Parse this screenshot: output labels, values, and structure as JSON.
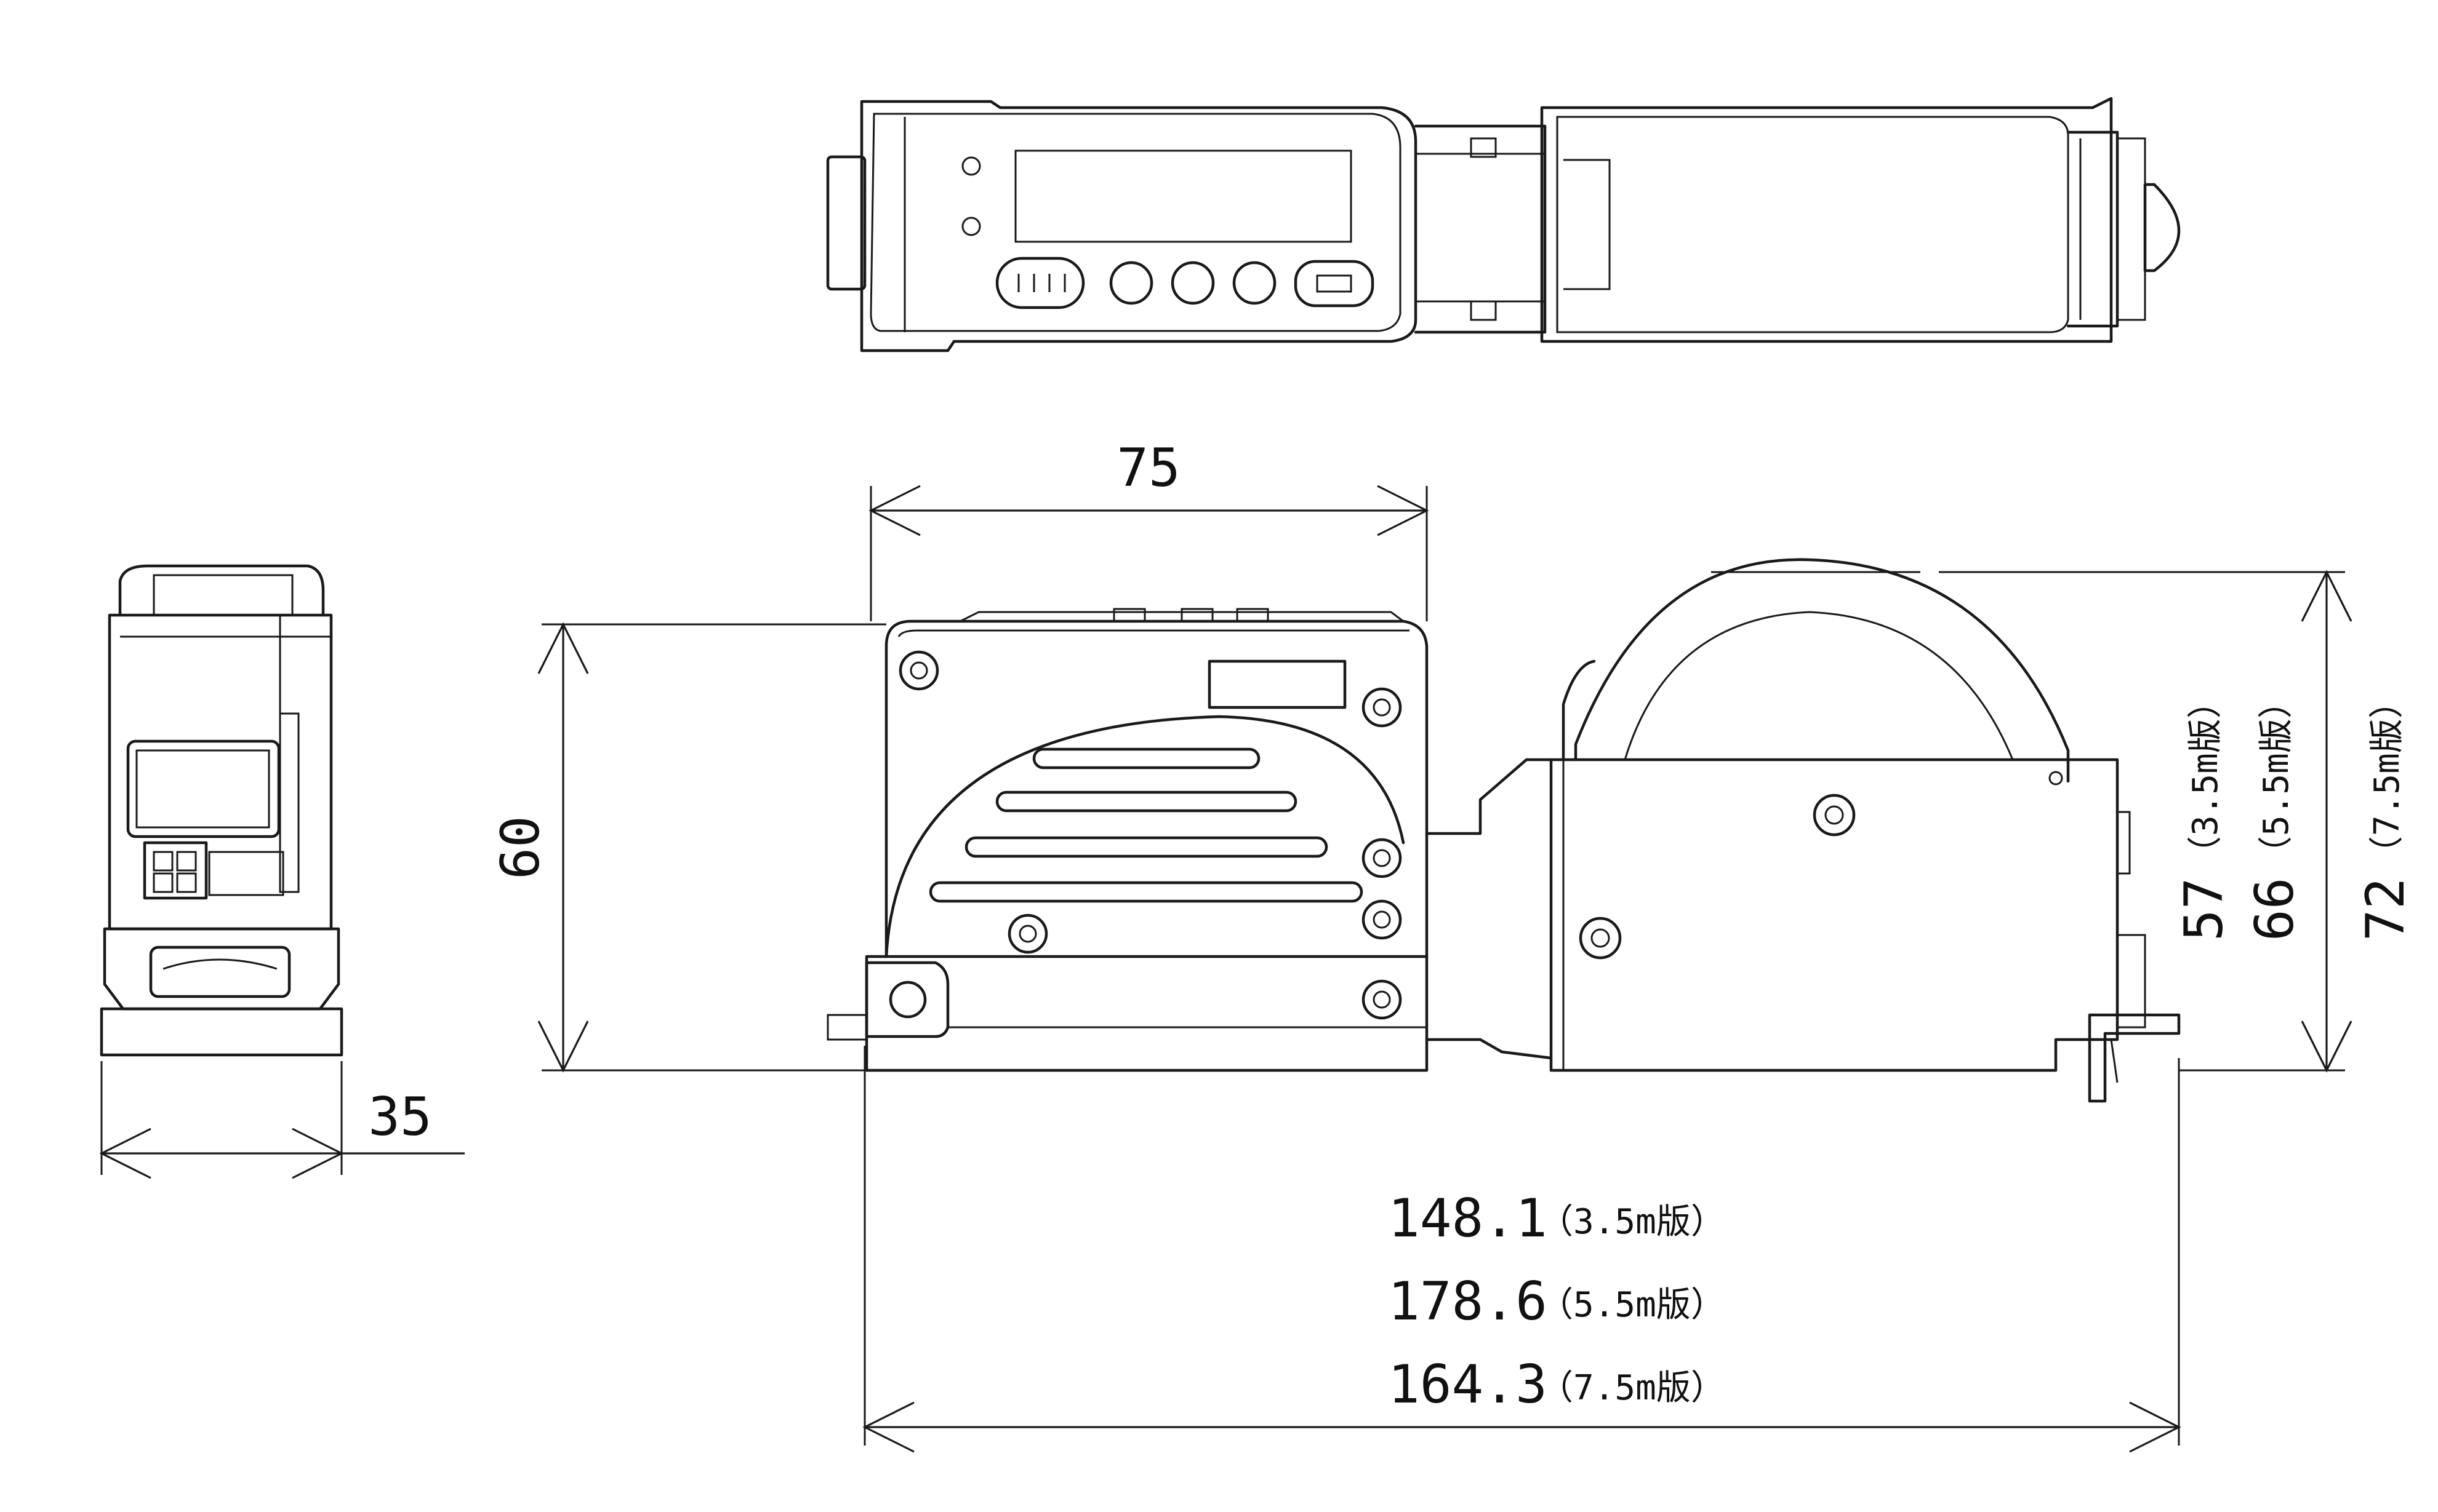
{
  "dimensions": {
    "width_front": "75",
    "height_front": "60",
    "depth_side": "35",
    "total_length": [
      {
        "value": "148.1",
        "note": "（3.5m版）"
      },
      {
        "value": "178.6",
        "note": "（5.5m版）"
      },
      {
        "value": "164.3",
        "note": "（7.5m版）"
      }
    ],
    "total_height": [
      {
        "value": "57",
        "note": "（3.5m版）"
      },
      {
        "value": "66",
        "note": "（5.5m版）"
      },
      {
        "value": "72",
        "note": "（7.5m版）"
      }
    ]
  }
}
